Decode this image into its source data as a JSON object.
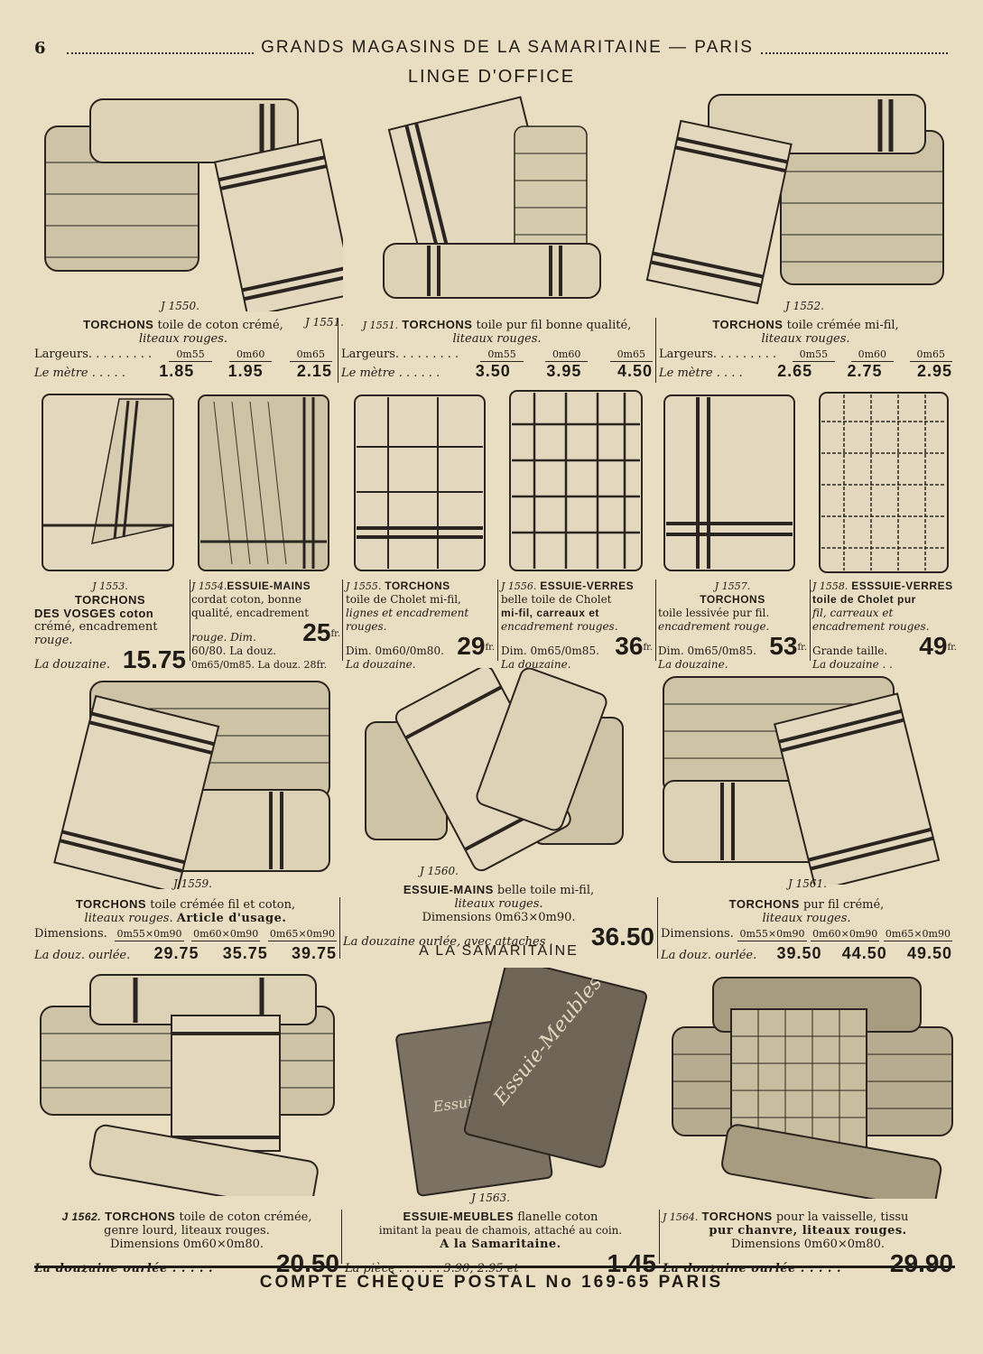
{
  "header": {
    "page_number": "6",
    "title": "GRANDS MAGASINS DE LA SAMARITAINE — PARIS",
    "section": "LINGE D'OFFICE"
  },
  "products_row1": [
    {
      "ref": "J 1550.",
      "title": "TORCHONS",
      "desc": "toile de coton crémé,",
      "sub": "liteaux rouges.",
      "size_label": "Largeurs. . . . . . . . .",
      "sizes": [
        "0m55",
        "0m60",
        "0m65"
      ],
      "price_label": "Le mètre . . . . .",
      "prices": [
        "1.85",
        "1.95",
        "2.15"
      ]
    },
    {
      "ref": "J 1551.",
      "title": "TORCHONS",
      "desc": "toile pur fil bonne qualité,",
      "sub": "liteaux rouges.",
      "size_label": "Largeurs. . . . . . . . .",
      "sizes": [
        "0m55",
        "0m60",
        "0m65"
      ],
      "price_label": "Le mètre . . . . . .",
      "prices": [
        "3.50",
        "3.95",
        "4.50"
      ]
    },
    {
      "ref": "J 1552.",
      "title": "TORCHONS",
      "desc": "toile crémée mi-fil,",
      "sub": "liteaux rouges.",
      "size_label": "Largeurs. . . . . . . . .",
      "sizes": [
        "0m55",
        "0m60",
        "0m65"
      ],
      "price_label": "Le mètre . . . .",
      "prices": [
        "2.65",
        "2.75",
        "2.95"
      ]
    }
  ],
  "products_row2": [
    {
      "ref": "J 1553.",
      "l1": "TORCHONS",
      "l2": "DES VOSGES coton",
      "l3": "crémé, encadrement",
      "l4": "rouge.",
      "l5": "La douzaine.",
      "price": "15.75"
    },
    {
      "ref": "J 1554.",
      "l1": "ESSUIE-MAINS",
      "l2": "cordat coton, bonne",
      "l3": "qualité, encadrement",
      "l4": "rouge. Dim.",
      "l5": "60/80. La douz.",
      "price": "25",
      "unit": "fr.",
      "l6": "0m65/0m85. La douz. 28fr."
    },
    {
      "ref": "J 1555.",
      "l1": "TORCHONS",
      "l2": "toile de Cholet mi-fil,",
      "l3": "lignes et encadrement",
      "l4": "rouges.",
      "l5": "Dim. 0m60/0m80.",
      "l6": "La douzaine.",
      "price": "29",
      "unit": "fr."
    },
    {
      "ref": "J 1556.",
      "l1": "ESSUIE-VERRES",
      "l2": "belle toile de Cholet",
      "l3": "mi-fil, carreaux et",
      "l4": "encadrement rouges.",
      "l5": "Dim. 0m65/0m85.",
      "l6": "La douzaine.",
      "price": "36",
      "unit": "fr."
    },
    {
      "ref": "J 1557.",
      "l1": "TORCHONS",
      "l2": "toile lessivée pur fil.",
      "l3": "encadrement rouge.",
      "l4": "Dim. 0m65/0m85.",
      "l5": "La douzaine.",
      "price": "53",
      "unit": "fr."
    },
    {
      "ref": "J 1558.",
      "l1": "ESSSUIE-VERRES",
      "l2": "toile de Cholet pur",
      "l3": "fil, carreaux et",
      "l4": "encadrement rouges.",
      "l5": "Grande taille.",
      "l6": "La douzaine . .",
      "price": "49",
      "unit": "fr."
    }
  ],
  "products_row3": [
    {
      "ref": "J 1559.",
      "title": "TORCHONS",
      "desc": "toile crémée fil et coton,",
      "sub": "liteaux rouges.",
      "sub2": "Article d'usage.",
      "size_label": "Dimensions.",
      "sizes": [
        "0m55×0m90",
        "0m60×0m90",
        "0m65×0m90"
      ],
      "price_label": "La douz. ourlée.",
      "prices": [
        "29.75",
        "35.75",
        "39.75"
      ]
    },
    {
      "ref": "J 1560.",
      "title": "ESSUIE-MAINS",
      "desc": "belle toile mi-fil,",
      "sub": "liteaux rouges.",
      "l3": "Dimensions 0m63×0m90.",
      "l4": "La douzaine ourlée, avec attaches .",
      "price": "36.50",
      "tagline": "A LA SAMARITAINE"
    },
    {
      "ref": "J 1561.",
      "title": "TORCHONS",
      "desc": "pur fil crémé,",
      "sub": "liteaux rouges.",
      "size_label": "Dimensions.",
      "sizes": [
        "0m55×0m90",
        "0m60×0m90",
        "0m65×0m90"
      ],
      "price_label": "La douz. ourlée.",
      "prices": [
        "39.50",
        "44.50",
        "49.50"
      ]
    }
  ],
  "products_row4": [
    {
      "ref": "J 1562.",
      "title": "TORCHONS",
      "desc": "toile de coton crémée,",
      "l2": "genre lourd, liteaux rouges.",
      "l3": "Dimensions 0m60×0m80.",
      "l4": "La douzaine ourlée . . . . .",
      "price": "20.50"
    },
    {
      "ref": "J 1563.",
      "title": "ESSUIE-MEUBLES",
      "desc": "flanelle coton",
      "l2": "imitant la peau de chamois, attaché au coin.",
      "l3": "A la Samaritaine.",
      "l4": "La pièce . . . . . . 3.90, 2.95 et",
      "price": "1.45",
      "illus_text": "Essuie-Meubles"
    },
    {
      "ref": "J 1564.",
      "title": "TORCHONS",
      "desc": "pour la vaisselle, tissu",
      "l2": "pur chanvre, liteaux rouges.",
      "l3": "Dimensions 0m60×0m80.",
      "l4": "La douzaine ourlée . . . . .",
      "price": "29.90"
    }
  ],
  "footer": "COMPTE CHÈQUE POSTAL No 169-65 PARIS"
}
